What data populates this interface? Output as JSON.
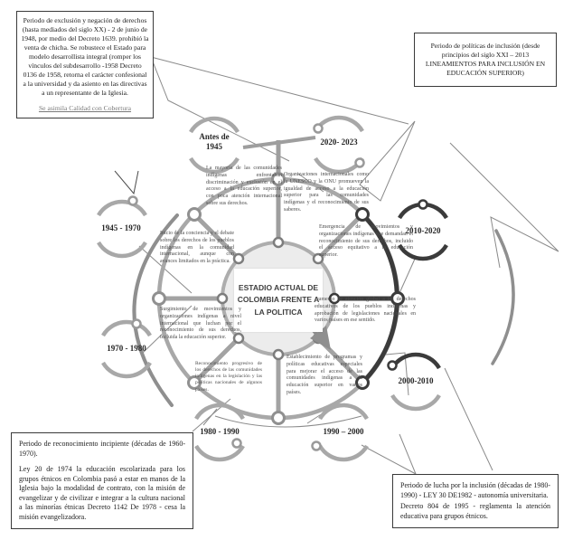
{
  "center_label": "ESTADIO ACTUAL DE COLOMBIA FRENTE A LA POLITICA",
  "boxes": {
    "top_left": {
      "text": "Periodo de exclusión y negación de derechos (hasta mediados del siglo XX) - 2 de junio de 1948, por medio del Decreto 1639. prohibió la venta de chicha. Se robustece el Estado para modelo desarrollista integral (romper los vínculos del subdesarrollo -1958 Decreto 0136 de 1958, retorna el carácter confesional a la universidad y da asiento en las directivas a un representante de la Iglesia.",
      "link": "Se asimila Calidad con Cobertura"
    },
    "top_right": {
      "text": "Periodo de políticas de inclusión (desde principios del siglo XXI – 2013 LINEAMIENTOS PARA INCLUSIÓN EN EDUCACIÓN SUPERIOR)"
    },
    "bottom_left": {
      "p1": "Periodo de reconocimiento incipiente (décadas de 1960-1970).",
      "p2": "Ley 20 de 1974 la educación escolarizada para los grupos étnicos en Colombia pasó a estar en manos de la Iglesia bajo la modalidad de contrato, con la misión de evangelizar y de civilizar e integrar a la cultura nacional a las minorías étnicas Decreto 1142 De 1978 - cesa la misión evangelizadora."
    },
    "bottom_right": {
      "p1": "Periodo de lucha por la inclusión (décadas de 1980-1990) - LEY 30 DE1982 - autonomía universitaria.",
      "p2": "Decreto 804 de 1995 - reglamenta la atención educativa para grupos étnicos."
    }
  },
  "periods": [
    {
      "label": "Antes de 1945",
      "text": "La mayoría de las comunidades indígenas enfrentaban discriminación y exclusión en el acceso a la educación superior, con poca atención internacional sobre sus derechos."
    },
    {
      "label": "2020- 2023",
      "text": "Organizaciones internacionales como la UNESCO y la ONU promueven la igualdad de acceso a la educación superior para las comunidades indígenas y el reconocimiento de sus saberes."
    },
    {
      "label": "1945 - 1970",
      "text": "Inicio de la conciencia y el debate sobre los derechos de los pueblos indígenas en la comunidad internacional, aunque con avances limitados en la práctica."
    },
    {
      "label": "2010-2020",
      "text": "Emergencia de movimientos y organizaciones indígenas que demandan el reconocimiento de sus derechos, incluido el acceso equitativo a la educación superior."
    },
    {
      "label": "1970 - 1980",
      "text": "Surgimiento de movimientos y organizaciones indígenas a nivel internacional que luchan por el reconocimiento de sus derechos, incluida la educación superior."
    },
    {
      "label": "2000-2010",
      "text": "Aumento de atención global a los derechos educativos de los pueblos indígenas y aprobación de legislaciones nacionales en varios países en ese sentido."
    },
    {
      "label": "1980 - 1990",
      "text": "Reconocimiento progresivo de los derechos de las comunidades indígenas en la legislación y las políticas nacionales de algunos países."
    },
    {
      "label": "1990 – 2000",
      "text": "Establecimiento de programas y políticas educativas especiales para mejorar el acceso de las comunidades indígenas a la educación superior en varios países."
    }
  ],
  "colors": {
    "ring_light": "#a8a8a8",
    "ring_dark": "#3b3b3b",
    "arrow": "#8f8f8f",
    "center_fill": "#ececec"
  }
}
